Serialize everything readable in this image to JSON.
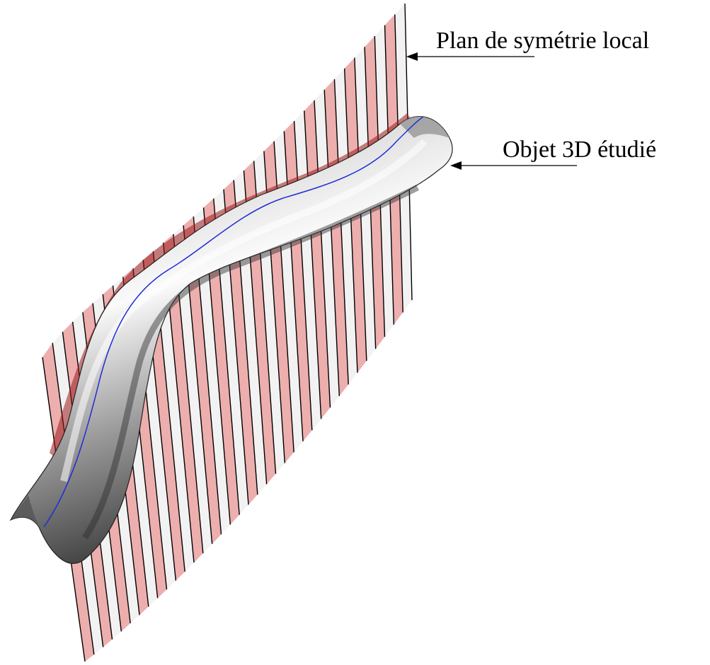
{
  "annotations": {
    "plane_label": "Plan de symétrie local",
    "object_label": "Objet 3D étudié"
  },
  "colors": {
    "plane_pink": "#e99a9a",
    "plane_white": "#f1f1f1",
    "plane_dark_red": "#9a1a1a",
    "edge_black": "#000000",
    "axis_blue": "#1f2bd8",
    "tube_light": "#f7f7f7",
    "tube_dark": "#4a4a4a"
  },
  "diagram": {
    "subject": "swept tube with local symmetry planes",
    "plane_strip_count": 36,
    "has_medial_axis": true
  }
}
